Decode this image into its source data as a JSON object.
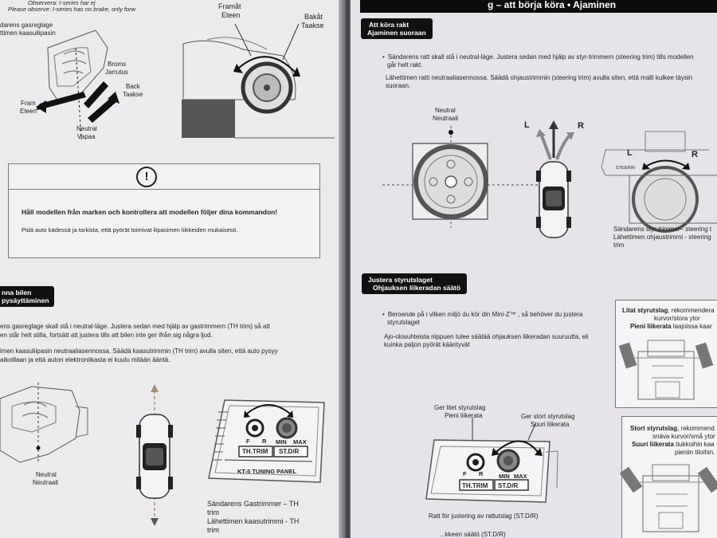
{
  "left": {
    "top_notice_1": "Observera: I-series har ej",
    "top_notice_2": "Please observe: I-series has no brake, only forw",
    "caption_gas_1": "darens gasreglage",
    "caption_gas_2": "ttimen kaasuliipasin",
    "label_broms": "Broms",
    "label_jarrutus": "Jarrutus",
    "label_back": "Back",
    "label_taakse": "Taakse",
    "label_fram": "Fram",
    "label_eteen": "Eteen",
    "label_neutral": "Neutral",
    "label_vapaa": "Vapaa",
    "label_framat": "Framåt",
    "label_eteen2": "Eteen",
    "label_bakat": "Bakåt",
    "label_taakse2": "Taakse",
    "warning_icon": "!",
    "warning_sv": "Håll modellen från marken och kontrollera att modellen följer dina kommandon!",
    "warning_fi": "Pidä auto kädessä ja tarkista, että pyörät toimivat liipasimen liikkeiden mukaisesti.",
    "section_title_1": "nna bilen",
    "section_title_2": "pysäyttäminen",
    "body_sv_1": "ens gasreglage skall stå i neutral-läge. Justera sedan med hjälp av gastrimmern (TH trim)  så att",
    "body_sv_2": "en står helt stilla, fortsätt att justera tills att bilen inte ger ifrån sig några ljud.",
    "body_fi_1": "imen kaasuliipasin neutraaliasennossa. Säädä kaasutrimmin (TH trim) avulla siten, että auto pysyy",
    "body_fi_2": "aikoillaan ja että auton elektroniikasta ei kuulu mitään ääntä.",
    "label_neutral_b": "Neutral",
    "label_neutraali": "Neutraali",
    "panel_f": "F",
    "panel_r": "R",
    "panel_min": "MIN",
    "panel_max": "MAX",
    "panel_th_trim": "TH.TRIM",
    "panel_st_dr": "ST.D/R",
    "panel_name": "KT-5 TUNING PANEL",
    "caption_trim_1": "Sändarens Gastrimmer – TH",
    "caption_trim_2": "trim",
    "caption_trim_3": "Lähettimen kaasutrimmi - TH",
    "caption_trim_4": "trim"
  },
  "right": {
    "header_title": "g – att börja köra • Ajaminen",
    "badge1_line1": "Att köra rakt",
    "badge1_line2": "Ajaminen suoraan",
    "body1_sv_1": "Sändarens ratt skall stå i neutral-läge. Justera sedan med hjälp av styr-trimmern (steering trim) tills modellen",
    "body1_sv_2": "går helt rakt.",
    "body1_fi_1": "Lähettimen ratti neutraaliasennossa. Säädä ohjaustrimmin (steering trim) avulla siten, että malli kulkee täysin",
    "body1_fi_2": "suoraan.",
    "label_neutral": "Neutral",
    "label_neutraali": "Neutraali",
    "label_l": "L",
    "label_r": "R",
    "label_l2": "L",
    "label_r2": "R",
    "label_steering": "STEERIN",
    "caption_trim_1": "Sändarens styr-trimmer– steering t",
    "caption_trim_2": "Lähettimen ohjaustrimmi - steering",
    "caption_trim_3": "trim",
    "badge2_line1": "Justera styrutslaget",
    "badge2_line2": "Ohjauksen liikeradan säätö",
    "body2_sv_1": "Beroende på i vilken miljö du kör din Mini-Z™ , så behöver du justera",
    "body2_sv_2": "styrutslaget",
    "body2_fi_1": "Ajo-olosuhteista riippuen tulee säätää ohjauksen liikeradan suuruutta, eli",
    "body2_fi_2": "kuinka paljon pyörät kääntyvät",
    "box1_line1_bold": "Litat styrutslag",
    "box1_line1_rest": ", rekommendera",
    "box1_line2": "kurvor/stora ytor",
    "box1_line3_bold": "Pieni liikerata",
    "box1_line3_rest": " laajoissa kaar",
    "box2_line1_bold": "Stort styrutslag",
    "box2_line1_rest": ", rekommend",
    "box2_line2": "snäva kurvor/små ytor",
    "box2_line3_bold": "Suuri liikerata",
    "box2_line3_rest": " tiukkoihin kaa",
    "box2_line4": "pieniin tiloihin.",
    "label_small_1": "Ger litet styrutslag",
    "label_small_2": "Pieni liikerata",
    "label_big_1": "Ger stort styrutslag",
    "label_big_2": "Suuri liikerata",
    "panel_f": "F",
    "panel_r": "R",
    "panel_min": "MIN",
    "panel_max": "MAX",
    "panel_th_trim": "TH.TRIM",
    "panel_st_dr": "ST.D/R",
    "caption_dr_1": "Ratt för justering av rattutslag (ST.D/R)",
    "caption_dr_2": "...kkeen säätö  (ST.D/R)"
  },
  "colors": {
    "paper_left": "#ebebee",
    "paper_right": "#e6e4e8",
    "ink": "#1c1c1c",
    "badge": "#111111"
  }
}
